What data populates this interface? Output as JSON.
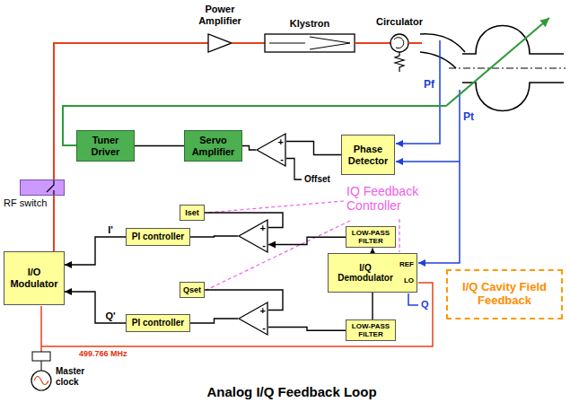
{
  "diagram": {
    "title": "Analog I/Q Feedback Loop",
    "nodes": [
      {
        "text": [
          "Tuner Driver"
        ]
      },
      {
        "text": [
          "Servo Amplifier"
        ]
      },
      {
        "text": [
          "+",
          "-"
        ]
      },
      {
        "text": [
          "Phase Detector"
        ]
      },
      {
        "text": [
          "RF switch"
        ]
      },
      {
        "text": [
          "I/O Modulator"
        ]
      },
      {
        "text": [
          "Iset"
        ]
      },
      {
        "text": [
          "+",
          "-"
        ]
      },
      {
        "text": [
          "PI controller"
        ]
      },
      {
        "text": [
          "LOW-PASS FILTER"
        ]
      },
      {
        "text": [
          "I/Q Demodulator",
          "REF",
          "LO"
        ]
      },
      {
        "text": [
          "Qset"
        ]
      },
      {
        "text": [
          "+",
          "-"
        ]
      },
      {
        "text": [
          "PI controller"
        ]
      },
      {
        "text": [
          "LOW-PASS FILTER"
        ]
      },
      {
        "text": [
          "I/Q Cavity Field Feedback"
        ]
      }
    ],
    "edges": [
      {
        "from": 3,
        "to": 2,
        "arrow": "none"
      },
      {
        "from": 2,
        "to": 1,
        "arrow": "none"
      },
      {
        "from": 1,
        "to": 0,
        "arrow": "none"
      },
      {
        "from": 5,
        "to": 4,
        "arrow": "none"
      },
      {
        "from": 6,
        "to": 7,
        "arrow": "none"
      },
      {
        "from": 9,
        "to": 7,
        "arrow": "to"
      },
      {
        "from": 7,
        "to": 8,
        "arrow": "none"
      },
      {
        "from": 8,
        "to": 5,
        "arrow": "to",
        "label": "I'"
      },
      {
        "from": 10,
        "to": 9,
        "arrow": "to"
      },
      {
        "from": 11,
        "to": 12,
        "arrow": "none"
      },
      {
        "from": 14,
        "to": 12,
        "arrow": "none"
      },
      {
        "from": 12,
        "to": 13,
        "arrow": "none"
      },
      {
        "from": 13,
        "to": 5,
        "arrow": "to",
        "label": "Q'"
      },
      {
        "from": 10,
        "to": 14,
        "arrow": "none"
      }
    ],
    "labels": [
      "Power Amplifier",
      "Klystron",
      "Circulator",
      "Pf",
      "Pt",
      "Offset",
      "IQ Feedback Controller",
      "Q",
      "499.766 MHz",
      "Master clock"
    ]
  }
}
